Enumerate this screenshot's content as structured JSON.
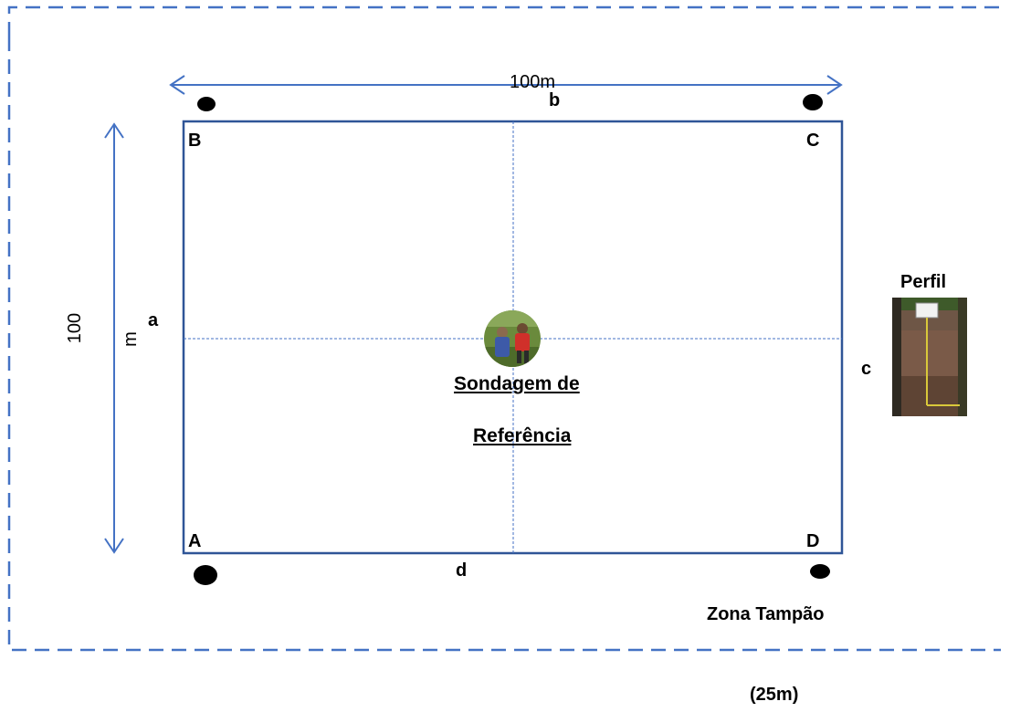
{
  "dimension_top": "100m",
  "dimension_left_number": "100",
  "dimension_left_unit": "m",
  "corners": {
    "a": "A",
    "b": "B",
    "c": "C",
    "d": "D"
  },
  "sides": {
    "a": "a",
    "b": "b",
    "c": "c",
    "d": "d"
  },
  "reference": {
    "line1": "Sondagem de",
    "line2": "Referência"
  },
  "profile_label": "Perfil",
  "buffer_zone_label": "Zona Tampão",
  "buffer_zone_width": "(25m)",
  "colors": {
    "frame": "#2f5597",
    "arrow": "#4472c4",
    "buffer": "#4472c4",
    "axis": "#4472c4",
    "marker": "#000000"
  }
}
